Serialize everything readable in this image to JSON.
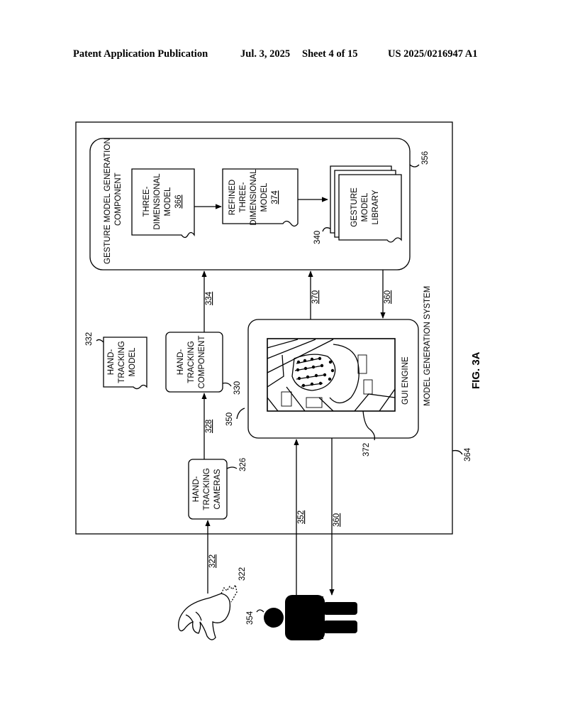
{
  "header": {
    "publication": "Patent Application Publication",
    "date": "Jul. 3, 2025",
    "sheet": "Sheet 4 of 15",
    "number": "US 2025/0216947 A1"
  },
  "figure": {
    "label": "FIG. 3A",
    "system": {
      "title": "MODEL GENERATION SYSTEM",
      "ref": "364"
    },
    "gesture_component": {
      "title_line1": "GESTURE MODEL GENERATION",
      "title_line2": "COMPONENT",
      "ref": "356",
      "three_d_model": {
        "line1": "THREE-",
        "line2": "DIMENSIONAL",
        "line3": "MODEL",
        "ref": "366"
      },
      "refined_model": {
        "line1": "REFINED",
        "line2": "THREE-",
        "line3": "DIMENSIONAL",
        "line4": "MODEL",
        "ref": "374"
      },
      "library": {
        "line1": "GESTURE",
        "line2": "MODEL",
        "line3": "LIBRARY",
        "ref": "340"
      }
    },
    "hand_tracking_model": {
      "line1": "HAND-",
      "line2": "TRACKING",
      "line3": "MODEL",
      "ref": "332"
    },
    "hand_tracking_component": {
      "line1": "HAND-",
      "line2": "TRACKING",
      "line3": "COMPONENT",
      "ref": "330"
    },
    "hand_tracking_cameras": {
      "line1": "HAND-",
      "line2": "TRACKING",
      "line3": "CAMERAS",
      "ref": "326"
    },
    "gui_engine": {
      "title": "GUI ENGINE",
      "ref": "350",
      "screen_ref": "372"
    },
    "arrows": {
      "hand_to_cameras": "322",
      "cameras_to_component": "328",
      "component_to_gesture": "334",
      "gui_to_gesture": "370",
      "gesture_to_gui": "360",
      "user_to_gui": "352",
      "gui_to_user": "360"
    },
    "hand": {
      "ref": "322"
    },
    "user": {
      "ref": "354"
    }
  }
}
